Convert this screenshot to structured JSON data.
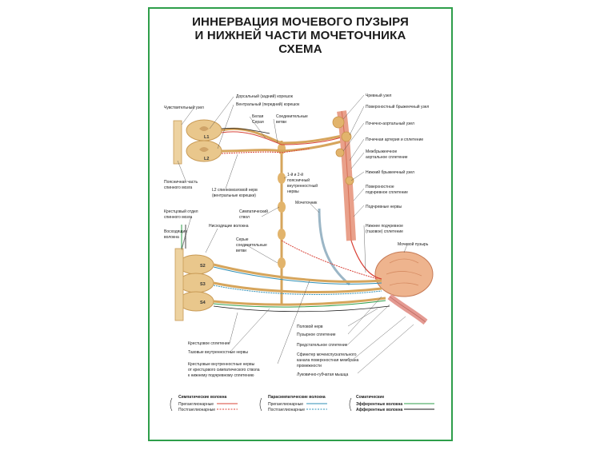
{
  "title": {
    "line1": "ИННЕРВАЦИЯ МОЧЕВОГО ПУЗЫРЯ",
    "line2": "И НИЖНЕЙ ЧАСТИ МОЧЕТОЧНИКА",
    "line3": "СХЕМА"
  },
  "labels": {
    "dorsal_root": "Дорсальный (задний) корешок",
    "ventral_root": "Вентральный (передний) корешок",
    "sensory_ganglion": "Чувствительный узел",
    "white": "Белая",
    "gray": "Серая",
    "connecting_branches_1": "Соединительные",
    "connecting_branches_2": "ветви",
    "lumbar_spinal_1": "Поясничная часть",
    "lumbar_spinal_2": "спинного мозга",
    "l2_nerve_1": "L2 спинномозговой нерв",
    "l2_nerve_2": "(вентральные корешки)",
    "lumbar_splanchnic_1": "1-й и 2-й",
    "lumbar_splanchnic_2": "поясничный",
    "lumbar_splanchnic_3": "внутренностный",
    "lumbar_splanchnic_4": "нервы",
    "sympathetic_trunk_1": "Симпатический",
    "sympathetic_trunk_2": "ствол",
    "ureter": "Мочеточник",
    "sacral_spinal_1": "Крестцовый отдел",
    "sacral_spinal_2": "спинного мозга",
    "descending_path": "Нисходящие волокна",
    "ascending_1": "Восходящие",
    "ascending_2": "волокна",
    "gray_rami_1": "Серые",
    "gray_rami_2": "соединительные",
    "gray_rami_3": "ветви",
    "celiac_ganglion": "Чревный узел",
    "sup_mesenteric": "Поверхностный брыжеечный узел",
    "aorticorenal": "Почечно-аортальный узел",
    "renal_artery": "Почечная артерия и сплетение",
    "intermesenteric_1": "Межбрыжеечное",
    "intermesenteric_2": "аортальное сплетение",
    "inf_mesenteric": "Нижний брыжеечный узел",
    "sup_hypogastric_1": "Поверхностное",
    "sup_hypogastric_2": "подчревное сплетение",
    "hypogastric_nerves": "Подчревные нервы",
    "inf_hypogastric_1": "Нижнее подчревное",
    "inf_hypogastric_2": "(тазовое) сплетение",
    "bladder": "Мочевой пузырь",
    "s2": "S2",
    "s3": "S3",
    "s4": "S4",
    "l1": "L1",
    "l2": "L2",
    "pudendal": "Половой нерв",
    "vesical_plexus": "Пузырное сплетение",
    "prostatic_plexus": "Предстательное сплетение",
    "sphincter_1": "Сфинктер мочеиспускательного",
    "sphincter_2": "канала поверхностная мембрана",
    "sphincter_3": "промежности",
    "bulbospongiosus": "Луковично-губчатая мышца",
    "sacral_plexus": "Крестцовое сплетение",
    "pelvic_splanchnic": "Тазовые внутренностные нервы",
    "sacral_splanchnic_1": "Крестцовые внутренностные нервы",
    "sacral_splanchnic_2": "от крестцового симпатического ствола",
    "sacral_splanchnic_3": "к нижнему подчревному сплетению"
  },
  "legend": {
    "sympathetic": {
      "title": "Симпатические волокна",
      "pre": "Преганглионарные",
      "post": "Постганглионарные",
      "color": "#d9443a"
    },
    "parasympathetic": {
      "title": "Парасимпатические волокна",
      "pre": "Преганглионарные",
      "post": "Постганглионарные",
      "color": "#2f8fb5"
    },
    "somatic": {
      "title": "Соматические",
      "efferent": "Эфферентные волокна",
      "afferent": "Афферентные волокна",
      "efferent_color": "#2e9e4a",
      "afferent_color": "#1a1a1a"
    }
  },
  "colors": {
    "frame": "#2e9e4a",
    "nerve_tan": "#d6a55c",
    "spine": "#e6c48a",
    "aorta": "#e9a08a",
    "bladder": "#eeb48e"
  }
}
